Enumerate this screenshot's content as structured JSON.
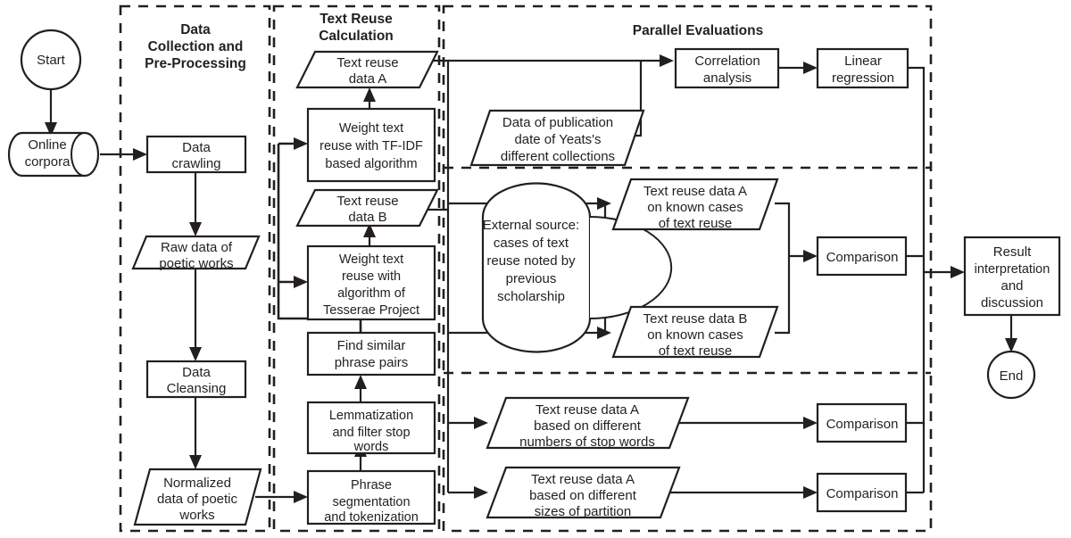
{
  "diagram": {
    "title": "Text reuse research workflow",
    "colors": {
      "stroke": "#231f20",
      "background": "#ffffff",
      "text": "#231f20"
    },
    "panels": [
      {
        "id": "panel-data-collection",
        "title": "Data\nCollection and\nPre-Processing",
        "title_lines": [
          "Data",
          "Collection and",
          "Pre-Processing"
        ]
      },
      {
        "id": "panel-text-reuse",
        "title": "Text Reuse\nCalculation",
        "title_lines": [
          "Text Reuse",
          "Calculation"
        ]
      },
      {
        "id": "panel-parallel-evaluations",
        "title": "Parallel Evaluations",
        "title_lines": [
          "Parallel Evaluations"
        ]
      }
    ],
    "nodes": [
      {
        "id": "start",
        "shape": "circle",
        "lines": [
          "Start"
        ]
      },
      {
        "id": "online-corpora",
        "shape": "cylinder",
        "lines": [
          "Online",
          "corpora"
        ]
      },
      {
        "id": "data-crawling",
        "shape": "rect",
        "lines": [
          "Data",
          "crawling"
        ]
      },
      {
        "id": "raw-data",
        "shape": "parallelogram",
        "lines": [
          "Raw data of",
          "poetic works"
        ]
      },
      {
        "id": "data-cleansing",
        "shape": "rect",
        "lines": [
          "Data",
          "Cleansing"
        ]
      },
      {
        "id": "normalized-data",
        "shape": "parallelogram",
        "lines": [
          "Normalized",
          "data of poetic",
          "works"
        ]
      },
      {
        "id": "text-reuse-data-a",
        "shape": "parallelogram",
        "lines": [
          "Text reuse",
          "data A"
        ]
      },
      {
        "id": "weight-tfidf",
        "shape": "rect",
        "lines": [
          "Weight text",
          "reuse with TF-IDF",
          "based algorithm"
        ]
      },
      {
        "id": "text-reuse-data-b",
        "shape": "parallelogram",
        "lines": [
          "Text reuse",
          "data B"
        ]
      },
      {
        "id": "weight-tesserae",
        "shape": "rect",
        "lines": [
          "Weight text",
          "reuse with",
          "algorithm of",
          "Tesserae Project"
        ]
      },
      {
        "id": "find-similar-phrase-pairs",
        "shape": "rect",
        "lines": [
          "Find similar",
          "phrase pairs"
        ]
      },
      {
        "id": "lemmatization",
        "shape": "rect",
        "lines": [
          "Lemmatization",
          "and filter stop",
          "words"
        ]
      },
      {
        "id": "phrase-segmentation",
        "shape": "rect",
        "lines": [
          "Phrase",
          "segmentation",
          "and tokenization"
        ]
      },
      {
        "id": "publication-date-data",
        "shape": "parallelogram",
        "lines": [
          "Data of publication",
          "date of Yeats's",
          "different collections"
        ]
      },
      {
        "id": "correlation-analysis",
        "shape": "rect",
        "lines": [
          "Correlation",
          "analysis"
        ]
      },
      {
        "id": "linear-regression",
        "shape": "rect",
        "lines": [
          "Linear",
          "regression"
        ]
      },
      {
        "id": "external-source",
        "shape": "cylinder-v",
        "lines": [
          "External source:",
          "cases of text",
          "reuse noted by",
          "previous",
          "scholarship"
        ]
      },
      {
        "id": "known-cases-a",
        "shape": "parallelogram",
        "lines": [
          "Text reuse data A",
          "on known cases",
          "of text reuse"
        ]
      },
      {
        "id": "known-cases-b",
        "shape": "parallelogram",
        "lines": [
          "Text reuse data B",
          "on known cases",
          "of text reuse"
        ]
      },
      {
        "id": "comparison-known",
        "shape": "rect",
        "lines": [
          "Comparison"
        ]
      },
      {
        "id": "stopwords-variant",
        "shape": "parallelogram",
        "lines": [
          "Text reuse data A",
          "based on different",
          "numbers of stop words"
        ]
      },
      {
        "id": "comparison-stopwords",
        "shape": "rect",
        "lines": [
          "Comparison"
        ]
      },
      {
        "id": "partition-variant",
        "shape": "parallelogram",
        "lines": [
          "Text reuse data A",
          "based on different",
          "sizes of partition"
        ]
      },
      {
        "id": "comparison-partition",
        "shape": "rect",
        "lines": [
          "Comparison"
        ]
      },
      {
        "id": "result-interpretation",
        "shape": "rect",
        "lines": [
          "Result",
          "interpretation",
          "and",
          "discussion"
        ]
      },
      {
        "id": "end",
        "shape": "circle",
        "lines": [
          "End"
        ]
      }
    ]
  }
}
